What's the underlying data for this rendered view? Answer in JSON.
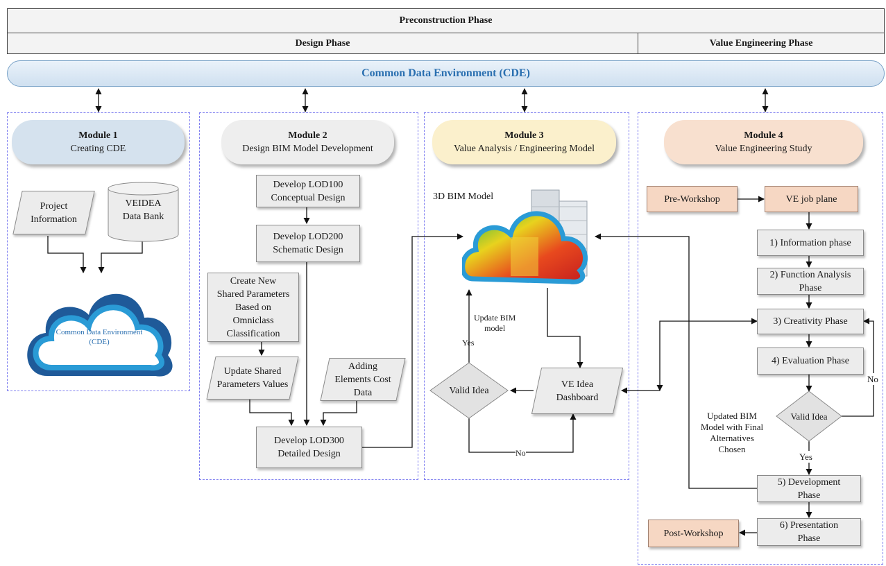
{
  "headers": {
    "preconstruction": "Preconstruction Phase",
    "design": "Design Phase",
    "ve_phase": "Value Engineering Phase"
  },
  "cde_bar": "Common Data Environment (CDE)",
  "module1": {
    "title": "Module 1",
    "subtitle": "Creating  CDE",
    "project_info": [
      "Project",
      "Information"
    ],
    "data_bank": [
      "VEIDEA",
      "Data Bank"
    ],
    "cloud_text": [
      "Common Data Environment",
      "(CDE)"
    ]
  },
  "module2": {
    "title": "Module 2",
    "subtitle": "Design BIM Model Development",
    "lod100": [
      "Develop LOD100",
      "Conceptual Design"
    ],
    "lod200": [
      "Develop LOD200",
      "Schematic Design"
    ],
    "shared_params": [
      "Create New",
      "Shared Parameters",
      "Based on",
      "Omniclass",
      "Classification"
    ],
    "update_params": [
      "Update Shared",
      "Parameters Values"
    ],
    "cost_data": [
      "Adding",
      "Elements Cost",
      "Data"
    ],
    "lod300": [
      "Develop LOD300",
      "Detailed Design"
    ]
  },
  "module3": {
    "title": "Module 3",
    "subtitle": "Value Analysis / Engineering Model",
    "bim_label": "3D BIM Model",
    "update_bim": [
      "Update BIM",
      "model"
    ],
    "yes": "Yes",
    "no": "No",
    "valid_idea": "Valid Idea",
    "dashboard": [
      "VE Idea",
      "Dashboard"
    ]
  },
  "module4": {
    "title": "Module 4",
    "subtitle": "Value Engineering Study",
    "pre_workshop": "Pre-Workshop",
    "job_plan": "VE job plane",
    "info_phase": "1) Information phase",
    "function_phase": [
      "2) Function Analysis",
      "Phase"
    ],
    "creativity_phase": "3) Creativity  Phase",
    "evaluation_phase": "4) Evaluation Phase",
    "valid_idea": "Valid Idea",
    "no": "No",
    "yes": "Yes",
    "updated_bim": [
      "Updated BIM",
      "Model with Final",
      "Alternatives",
      "Chosen"
    ],
    "development_phase": [
      "5) Development",
      "Phase"
    ],
    "presentation_phase": [
      "6) Presentation",
      "Phase"
    ],
    "post_workshop": "Post-Workshop"
  },
  "colors": {
    "module1": "#d5e2ee",
    "module2": "#eeeeee",
    "module3": "#fbf0cc",
    "module4": "#f8e0cf",
    "cde_text": "#2a6fb0",
    "dashed_border": "#7e7ef0"
  }
}
